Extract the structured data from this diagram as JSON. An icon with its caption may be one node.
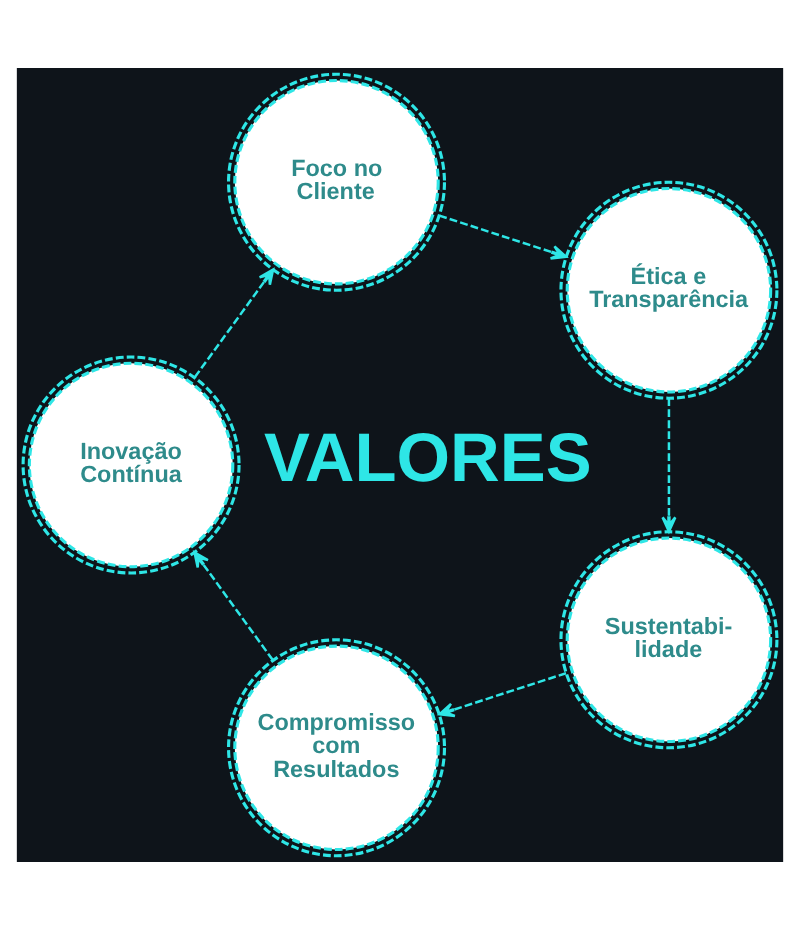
{
  "diagram": {
    "nodes": [
      {
        "text": [
          "Foco no Cliente"
        ]
      },
      {
        "text": [
          "Ética e Transparência"
        ]
      },
      {
        "text": [
          "Sustentabi- lidade"
        ]
      },
      {
        "text": [
          "Compromisso com Resultados"
        ]
      },
      {
        "text": [
          "Inovação Contínua"
        ]
      }
    ],
    "edges": [
      {
        "from": 0,
        "to": 1,
        "arrow": "to",
        "style": "dashed"
      },
      {
        "from": 1,
        "to": 2,
        "arrow": "to",
        "style": "dashed"
      },
      {
        "from": 2,
        "to": 3,
        "arrow": "to",
        "style": "dashed"
      },
      {
        "from": 3,
        "to": 4,
        "arrow": "to",
        "style": "dashed"
      },
      {
        "from": 4,
        "to": 0,
        "arrow": "to",
        "style": "dashed"
      }
    ],
    "labels": [
      "VALORES"
    ]
  }
}
